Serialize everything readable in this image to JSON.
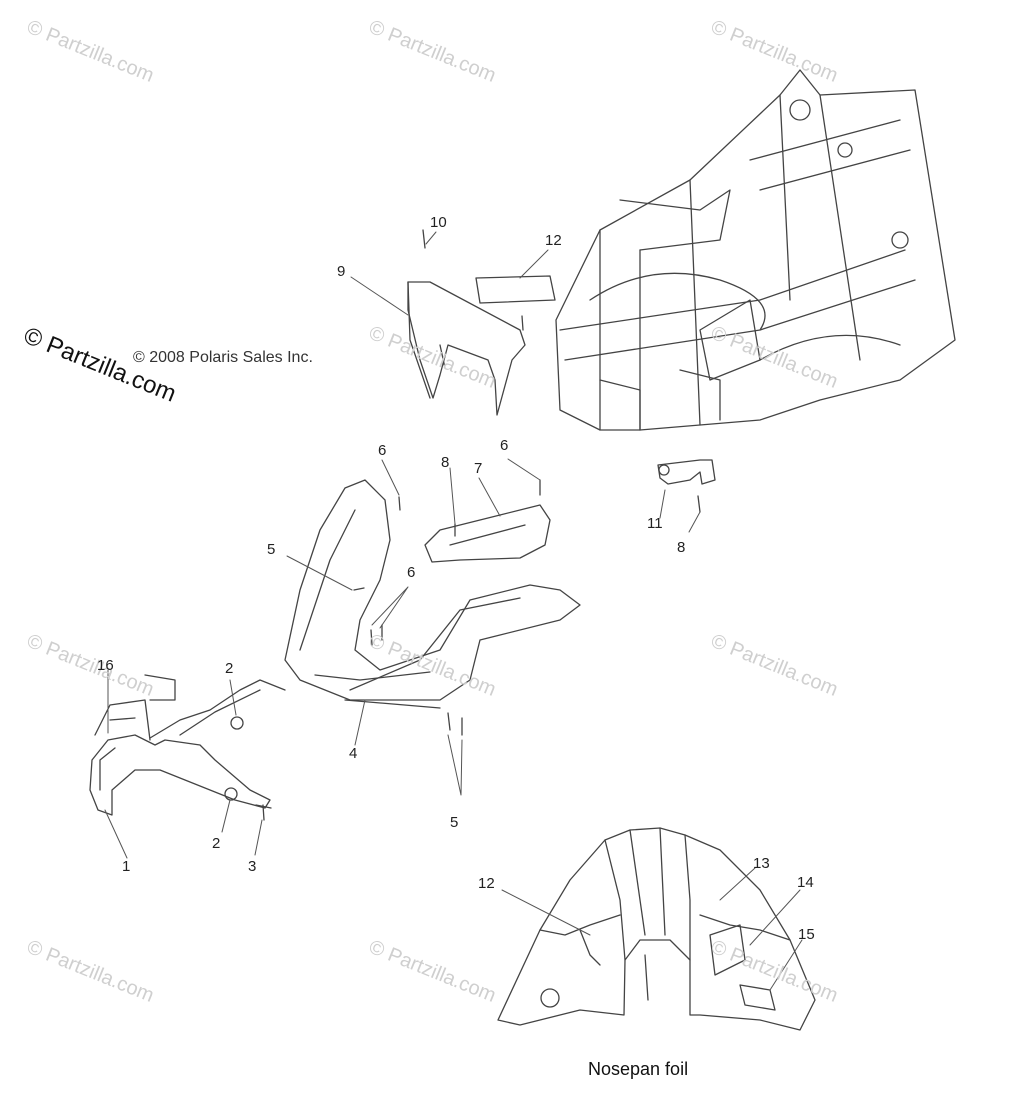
{
  "watermark": {
    "text": "© Partzilla.com"
  },
  "copyright": {
    "brand": "© Partzilla.com",
    "text": "© 2008 Polaris Sales Inc."
  },
  "callouts": [
    "1",
    "2",
    "2",
    "3",
    "4",
    "5",
    "5",
    "6",
    "6",
    "6",
    "7",
    "8",
    "8",
    "9",
    "10",
    "11",
    "12",
    "12",
    "13",
    "14",
    "15",
    "16"
  ],
  "caption": "Nosepan foil"
}
